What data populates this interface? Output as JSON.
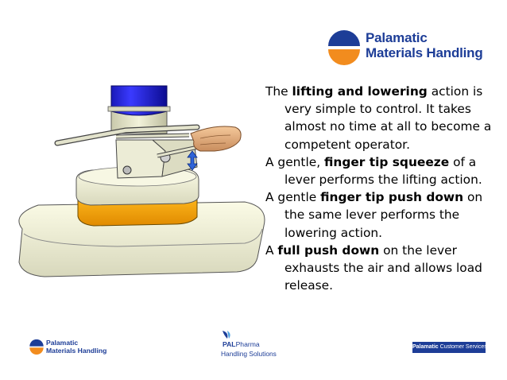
{
  "brand": {
    "name_line1": "Palamatic",
    "name_line2": "Materials Handling",
    "colors": {
      "blue": "#1d3d97",
      "orange": "#f28c1e"
    }
  },
  "illustration": {
    "icon": "vacuum-lifter-illustration"
  },
  "paragraphs": [
    {
      "pre": "The ",
      "bold": "lifting and lowering",
      "post": " action is very simple to control. It takes almost no time at all to become a competent operator."
    },
    {
      "pre": "A gentle, ",
      "bold": "finger tip squeeze",
      "post": " of a lever performs the lifting action."
    },
    {
      "pre": "A gentle ",
      "bold": "finger tip push down",
      "post": " on the same lever performs the lowering action."
    },
    {
      "pre": "A ",
      "bold": "full push down",
      "post": " on the lever exhausts the air and allows load release."
    }
  ],
  "footer": {
    "left_line1": "Palamatic",
    "left_line2": "Materials Handling",
    "mid_line1_a": "PAL",
    "mid_line1_b": "Pharma",
    "mid_line2": "Handling Solutions",
    "badge_bold": "Palamatic",
    "badge_text": " Customer Services"
  }
}
